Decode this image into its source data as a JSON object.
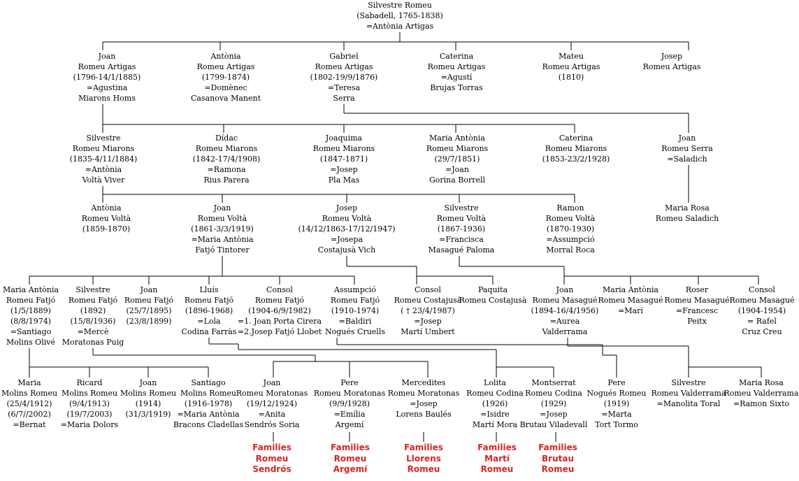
{
  "people": {
    "silvestre_1765": [
      "Silvestre Romeu",
      "(Sabadell, 1765-1838)",
      "=Antònia Artigas"
    ],
    "joan_1796": [
      "Joan",
      "Romeu Artigas",
      "(1796-14/1/1885)",
      "=Agustina",
      "Miarons Homs"
    ],
    "antonia_1799": [
      "Antònia",
      "Romeu Artigas",
      "(1799-1874)",
      "=Domènec",
      "Casanova Manent"
    ],
    "gabriel_1802": [
      "Gabriel",
      "Romeu Artigas",
      "(1802-19/9/1876)",
      "=Teresa",
      "Serra"
    ],
    "caterina_artigas": [
      "Caterina",
      "Romeu Artigas",
      "=Agustí",
      "Brujas Torras"
    ],
    "mateu_1810": [
      "Mateu",
      "Romeu Artigas",
      "(1810)"
    ],
    "josep_artigas": [
      "Josep",
      "Romeu Artigas"
    ],
    "silvestre_1835": [
      "Silvestre",
      "Romeu Miarons",
      "(1835-4/11/1884)",
      "=Antònia",
      "Voltà Viver"
    ],
    "didac_1842": [
      "Dídac",
      "Romeu Miarons",
      "(1842-17/4/1908)",
      "=Ramona",
      "Rius Parera"
    ],
    "joaquima_1847": [
      "Joaquima",
      "Romeu Miarons",
      "(1847-1871)",
      "=Josep",
      "Pla Mas"
    ],
    "mariaantonia_1851": [
      "Maria Antònia",
      "Romeu Miarons",
      "(29/7/1851)",
      "=Joan",
      "Gorina Borrell"
    ],
    "caterina_1853": [
      "Caterina",
      "Romeu Miarons",
      "(1853-23/2/1928)"
    ],
    "joan_serra": [
      "Joan",
      "Romeu Serra",
      "=Saladich"
    ],
    "antonia_1859": [
      "Antònia",
      "Romeu Voltà",
      "(1859-1870)"
    ],
    "joan_1861": [
      "Joan",
      "Romeu Voltà",
      "(1861-3/3/1919)",
      "=Maria Antònia",
      "Fatjó Tintorer"
    ],
    "josep_1863": [
      "Josep",
      "Romeu Voltà",
      "(14/12/1863-17/12/1947)",
      "=Josepa",
      "Costajusà Vich"
    ],
    "silvestre_1867": [
      "Silvestre",
      "Romeu Voltà",
      "(1867-1936)",
      "=Francisca",
      "Masagué Paloma"
    ],
    "ramon_1870": [
      "Ramon",
      "Romeu Voltà",
      "(1870-1930)",
      "=Assumpció",
      "Morral Roca"
    ],
    "mariarosa_saladich": [
      "Maria Rosa",
      "Romeu Saladich"
    ],
    "mariaantonia_1889": [
      "Maria Antònia",
      "Romeu Fatjó",
      "(1/5/1889)",
      "(8/8/1974)",
      "=Santiago",
      "Molins Olivé"
    ],
    "silvestre_1892": [
      "Silvestre",
      "Romeu Fatjó",
      "(1892)",
      "(15/8/1936)",
      "=Mercè",
      "Moratonas Puig"
    ],
    "joan_1895": [
      "Joan",
      "Romeu Fatjó",
      "(25/7/1895)",
      "(23/8/1899)"
    ],
    "lluis_1896": [
      "Lluís",
      "Romeu Fatjó",
      "(1896-1968)",
      "=Lola",
      "Codina Farràs"
    ],
    "consol_1904": [
      "Consol",
      "Romeu Fatjó",
      "(1904-6/9/1982)",
      "=1. Joan Porta Cirera",
      "=2.Josep Fatjó Llobet"
    ],
    "assumpcio_1910": [
      "Assumpció",
      "Romeu Fatjó",
      "(1910-1974)",
      "=Baldiri",
      "Nogués Cruells"
    ],
    "consol_costajusa": [
      "Consol",
      "Romeu Costajusà",
      "( † 23/4/1987)",
      "=Josep",
      "Martí Umbert"
    ],
    "paquita_costajusa": [
      "Paquita",
      "Romeu Costajusà"
    ],
    "joan_1894": [
      "Joan",
      "Romeu Masagué",
      "(1894-16/4/1956)",
      "=Aurea",
      "Valderrama"
    ],
    "mariaantonia_masague": [
      "Maria Antònia",
      "Romeu Masagué",
      "=Marí"
    ],
    "roser_masague": [
      "Roser",
      "Romeu Masagué",
      "=Francesc",
      "Peitx"
    ],
    "consol_masague": [
      "Consol",
      "Romeu Masagué",
      "(1904-1954)",
      "= Rafel",
      "Cruz Creu"
    ],
    "maria_1912": [
      "Maria",
      "Molins Romeu",
      "(25/4/1912)",
      "(6/7//2002)",
      "=Bernat"
    ],
    "ricard_1913": [
      "Ricard",
      "Molins Romeu",
      "(9/4/1913)",
      "(19/7/2003)",
      "=Maria Dolors"
    ],
    "joan_1914": [
      "Joan",
      "Molins Romeu",
      "(1914)",
      "(31/3/1919)"
    ],
    "santiago_1916": [
      "Santiago",
      "Molins Romeu",
      "(1916-1978)",
      "=Maria Antònia",
      "Bracons Cladellas"
    ],
    "joan_1924": [
      "Joan",
      "Romeu Moratonas",
      "(19/12/1924)",
      "=Anita",
      "Sendrós Soria"
    ],
    "pere_1928": [
      "Pere",
      "Romeu Moratonas",
      "(9/9/1928)",
      "=Emília",
      "Argemí"
    ],
    "mercedites": [
      "Mercedites",
      "Romeu Moratonas",
      "=Josep",
      "Lorens Baulés"
    ],
    "lolita_1926": [
      "Lolita",
      "Romeu Codina",
      "(1926)",
      "=Isidre",
      "Martí Mora"
    ],
    "montserrat_1929": [
      "Montserrat",
      "Romeu Codina",
      "(1929)",
      "=Josep",
      "Brutau Viladevall"
    ],
    "pere_1919": [
      "Pere",
      "Nogués Romeu",
      "(1919)",
      "=Marta",
      "Tort Tormo"
    ],
    "silvestre_valderrama": [
      "Silvestre",
      "Romeu Valderrama",
      "=Manolita Toral"
    ],
    "mariarosa_valderrama": [
      "Maria Rosa",
      "Romeu Valderrama",
      "=Ramon Sixto"
    ]
  },
  "families": {
    "romeu_sendros": [
      "Families",
      "Romeu",
      "Sendrós"
    ],
    "romeu_argemi": [
      "Families",
      "Romeu",
      "Argemí"
    ],
    "llorens_romeu": [
      "Families",
      "Llorens",
      "Romeu"
    ],
    "marti_romeu": [
      "Families",
      "Martí",
      "Romeu"
    ],
    "brutau_romeu": [
      "Families",
      "Brutau",
      "Romeu"
    ]
  },
  "colors": {
    "text": "#000000",
    "lines": "#000000",
    "family_links": "#dd2222",
    "background": "#ffffff"
  }
}
